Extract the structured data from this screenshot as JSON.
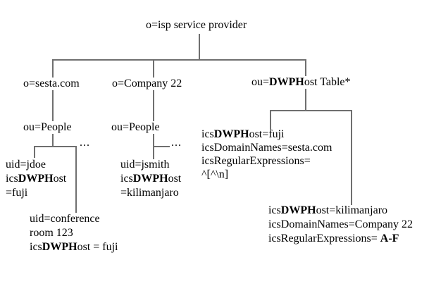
{
  "colors": {
    "background": "#ffffff",
    "line": "#6f6f6f",
    "text": "#000000"
  },
  "diagram": {
    "root": "o=isp service provider",
    "branches": {
      "sesta": {
        "label": "o=sesta.com",
        "people": "ou=People",
        "ellipsis": "...",
        "jdoe_entry": [
          "uid=jdoe",
          "icsDWPHost",
          "=fuji"
        ],
        "conference_entry": [
          "uid=conference",
          "room 123",
          "icsDWPHost = fuji"
        ]
      },
      "company": {
        "label": "o=Company 22",
        "people": "ou=People",
        "ellipsis": "...",
        "jsmith_entry": [
          "uid=jsmith",
          "icsDWPHost",
          "=kilimanjaro"
        ]
      },
      "dwphost_table": {
        "label": "ou=DWPHost Table*",
        "fuji_entry": [
          "icsDWPHost=fuji",
          "icsDomainNames=sesta.com",
          "icsRegularExpressions=",
          "^[^\\n]"
        ],
        "kilimanjaro_entry": [
          "icsDWPHost=kilimanjaro",
          "icsDomainNames=Company 22",
          "icsRegularExpressions= A-F"
        ]
      }
    }
  }
}
